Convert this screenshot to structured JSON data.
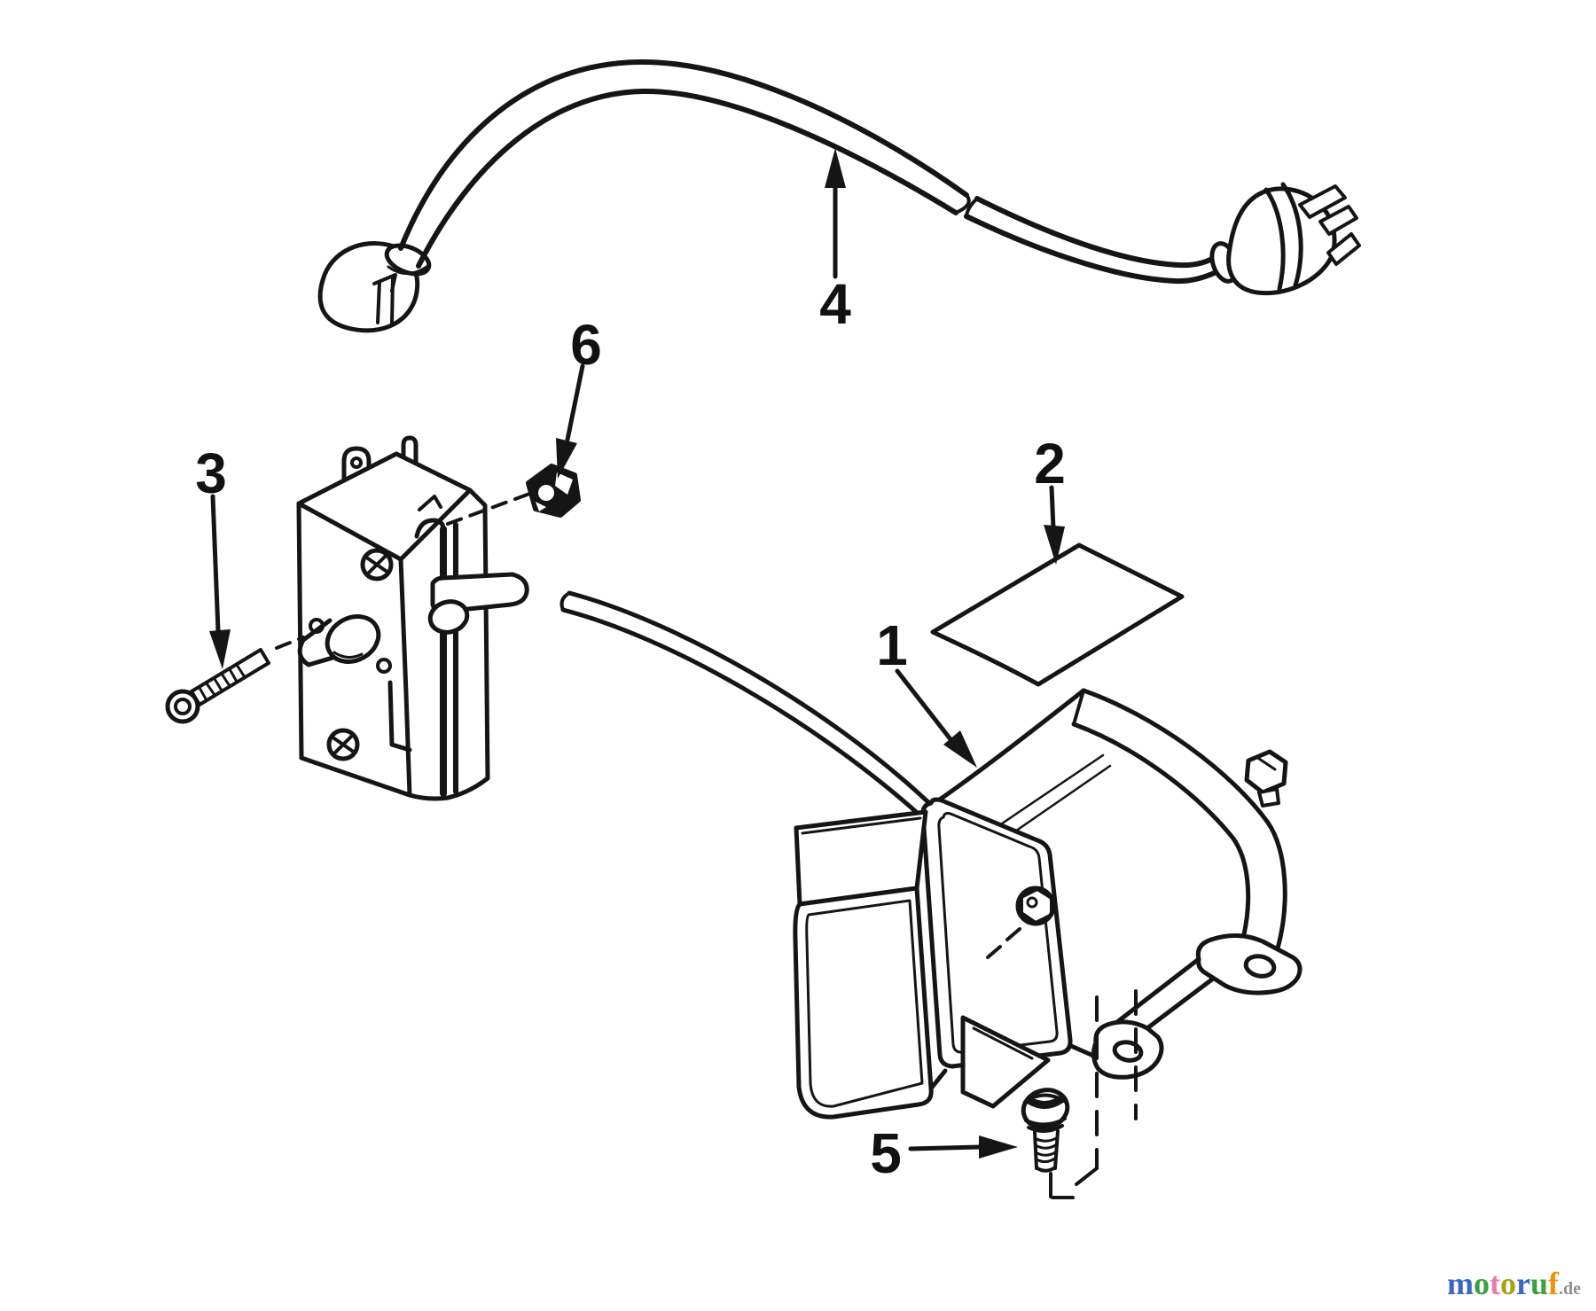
{
  "diagram": {
    "type": "exploded-parts-diagram",
    "callouts": [
      {
        "num": "1",
        "points_to": "electric starter motor assembly"
      },
      {
        "num": "2",
        "points_to": "decal label"
      },
      {
        "num": "3",
        "points_to": "switch mounting screw"
      },
      {
        "num": "4",
        "points_to": "power cord"
      },
      {
        "num": "5",
        "points_to": "motor mounting screw"
      },
      {
        "num": "6",
        "points_to": "hex nut"
      }
    ]
  },
  "watermark": {
    "letters": [
      {
        "ch": "m",
        "css": "color:#3b66c4"
      },
      {
        "ch": "o",
        "css": "color:#3da23d"
      },
      {
        "ch": "t",
        "css": "color:#e87ab4"
      },
      {
        "ch": "o",
        "css": "color:#a8a313"
      },
      {
        "ch": "r",
        "css": "color:#3b66c4"
      },
      {
        "ch": "u",
        "css": "color:#3da23d"
      },
      {
        "ch": "f",
        "css": "color:#f0930f"
      }
    ],
    "suffix": {
      "ch": ".de",
      "css": "color:#8f8f8f"
    }
  },
  "colors": {
    "ink": "#151515",
    "background": "#ffffff"
  }
}
